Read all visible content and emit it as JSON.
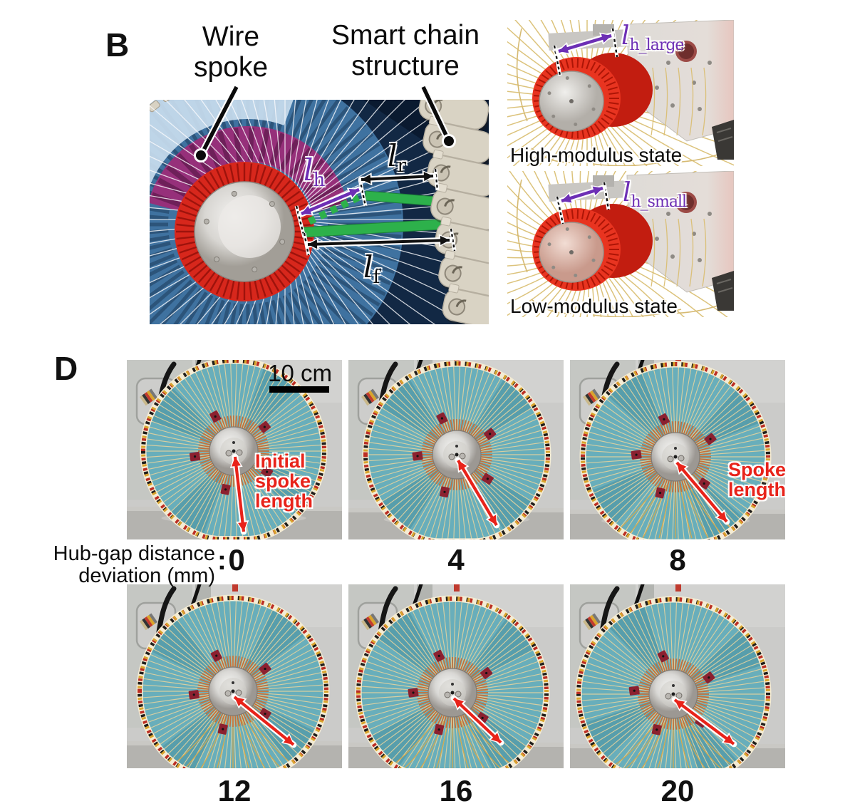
{
  "figure": {
    "panelB": {
      "label": "B",
      "callout_wire_spoke": "Wire spoke",
      "callout_smart_chain": "Smart chain structure",
      "dim_h": {
        "sym": "l",
        "sub": "h"
      },
      "dim_r": {
        "sym": "l",
        "sub": "r"
      },
      "dim_f": {
        "sym": "l",
        "sub": "f"
      },
      "state_high": {
        "dim_sym": "l",
        "dim_sub": "h_large",
        "caption": "High-modulus state"
      },
      "state_low": {
        "dim_sym": "l",
        "dim_sub": "h_small",
        "caption": "Low-modulus state"
      }
    },
    "panelD": {
      "label": "D",
      "scale_bar_label": "10 cm",
      "row_label_line1": "Hub-gap distance",
      "row_label_line2": "deviation (mm)",
      "row_label_colon": ":",
      "annotation_initial": "Initial\nspoke\nlength",
      "annotation_spoke": "Spoke\nlength",
      "deviations": [
        "0",
        "4",
        "8",
        "12",
        "16",
        "20"
      ]
    },
    "colors": {
      "accent_purple": "#6d2fb5",
      "accent_red": "#e8231a",
      "accent_green": "#2db14b",
      "wheel_teal": "#68aebb",
      "render_navy": "#122844"
    }
  }
}
